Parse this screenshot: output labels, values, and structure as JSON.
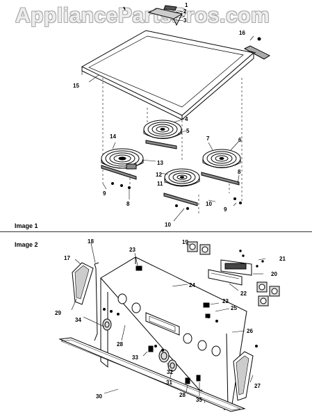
{
  "watermark": "AppliancePartsPros.com",
  "section_labels": [
    "Image 1",
    "Image 2"
  ],
  "image1_callouts": [
    "1",
    "2",
    "3",
    "4",
    "5",
    "6",
    "7",
    "8",
    "8",
    "9",
    "9",
    "10",
    "10",
    "11",
    "12",
    "13",
    "14",
    "15",
    "16"
  ],
  "image2_callouts": [
    "17",
    "18",
    "19",
    "20",
    "21",
    "22",
    "23",
    "23",
    "24",
    "25",
    "26",
    "27",
    "28",
    "28",
    "29",
    "30",
    "31",
    "32",
    "33",
    "34",
    "35"
  ]
}
